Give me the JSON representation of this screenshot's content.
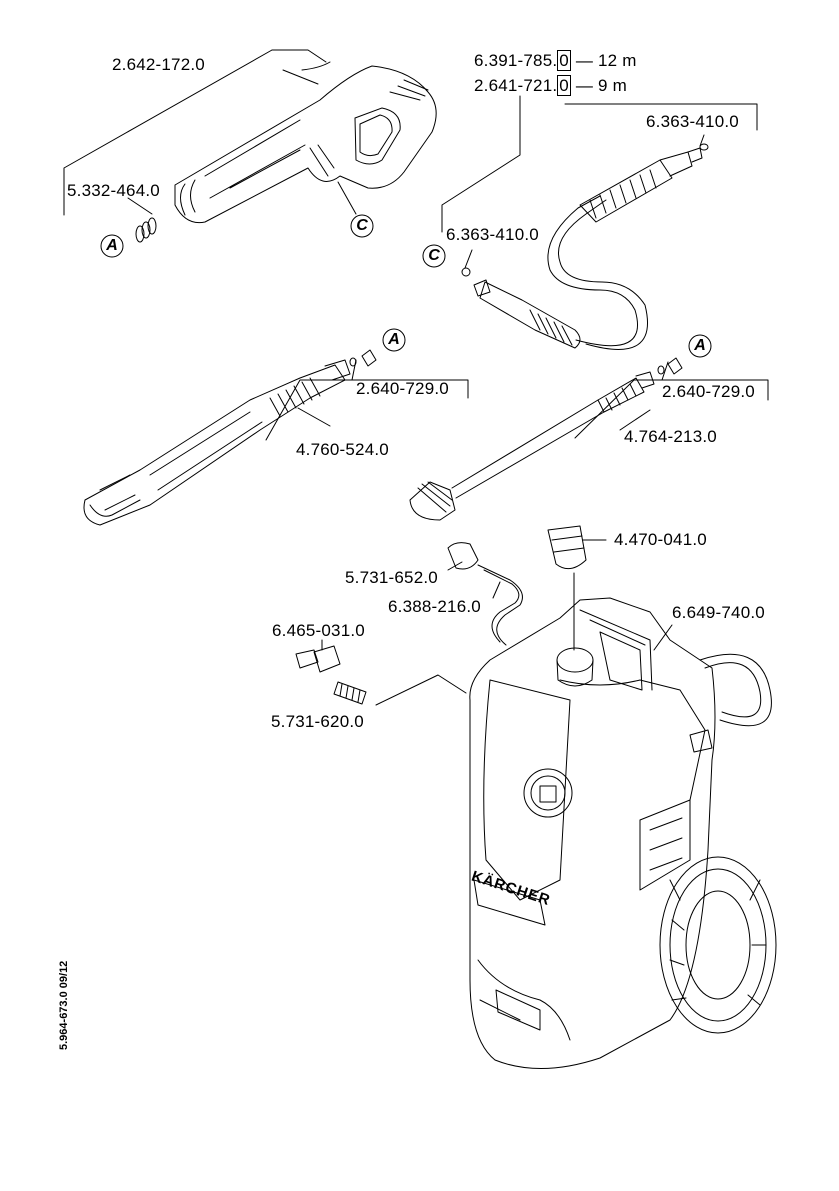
{
  "labels": {
    "gun": "2.642-172.0",
    "gun_oring": "5.332-464.0",
    "hose_12m_part": "6.391-785.",
    "hose_12m_suffix": "0",
    "hose_12m_len": "12 m",
    "hose_9m_part": "2.641-721.",
    "hose_9m_suffix": "0",
    "hose_9m_len": "9 m",
    "hose_oring_top": "6.363-410.0",
    "hose_oring_left": "6.363-410.0",
    "lance_left_oring": "2.640-729.0",
    "lance_left": "4.760-524.0",
    "lance_right_oring": "2.640-729.0",
    "lance_right": "4.764-213.0",
    "coupling": "4.470-041.0",
    "filter_cap": "5.731-652.0",
    "suction_hose": "6.388-216.0",
    "hose_reel_hose": "6.649-740.0",
    "adapter": "6.465-031.0",
    "filter": "5.731-620.0"
  },
  "markers": {
    "a1": "A",
    "c1": "C",
    "c2": "C",
    "a2": "A",
    "a3": "A"
  },
  "brand": "KÄRCHER",
  "doc_number": "5.964-673.0  09/12"
}
